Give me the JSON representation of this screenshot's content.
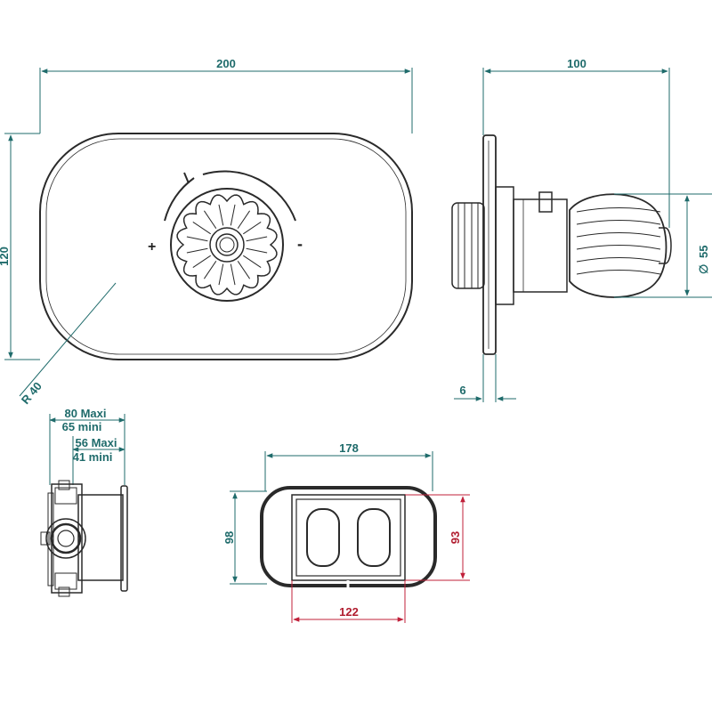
{
  "dimensions": {
    "plate_width": "200",
    "plate_height": "120",
    "corner_radius": "R 40",
    "projection": "100",
    "knob_diameter": "55",
    "diameter_symbol": "∅",
    "plate_thickness": "6",
    "depth_maxi": "80  Maxi",
    "depth_mini": "65 mini",
    "inner_maxi": "56  Maxi",
    "inner_mini": "41 mini",
    "cutout_width": "178",
    "cutout_height": "98",
    "box_width": "122",
    "box_height": "93"
  },
  "symbols": {
    "plus": "+",
    "minus": "-"
  },
  "colors": {
    "dimension": "#1f6b6b",
    "dimension_alt": "#c0203a",
    "outline": "#2a2a2a",
    "box_fill": "#d9d9d9"
  }
}
